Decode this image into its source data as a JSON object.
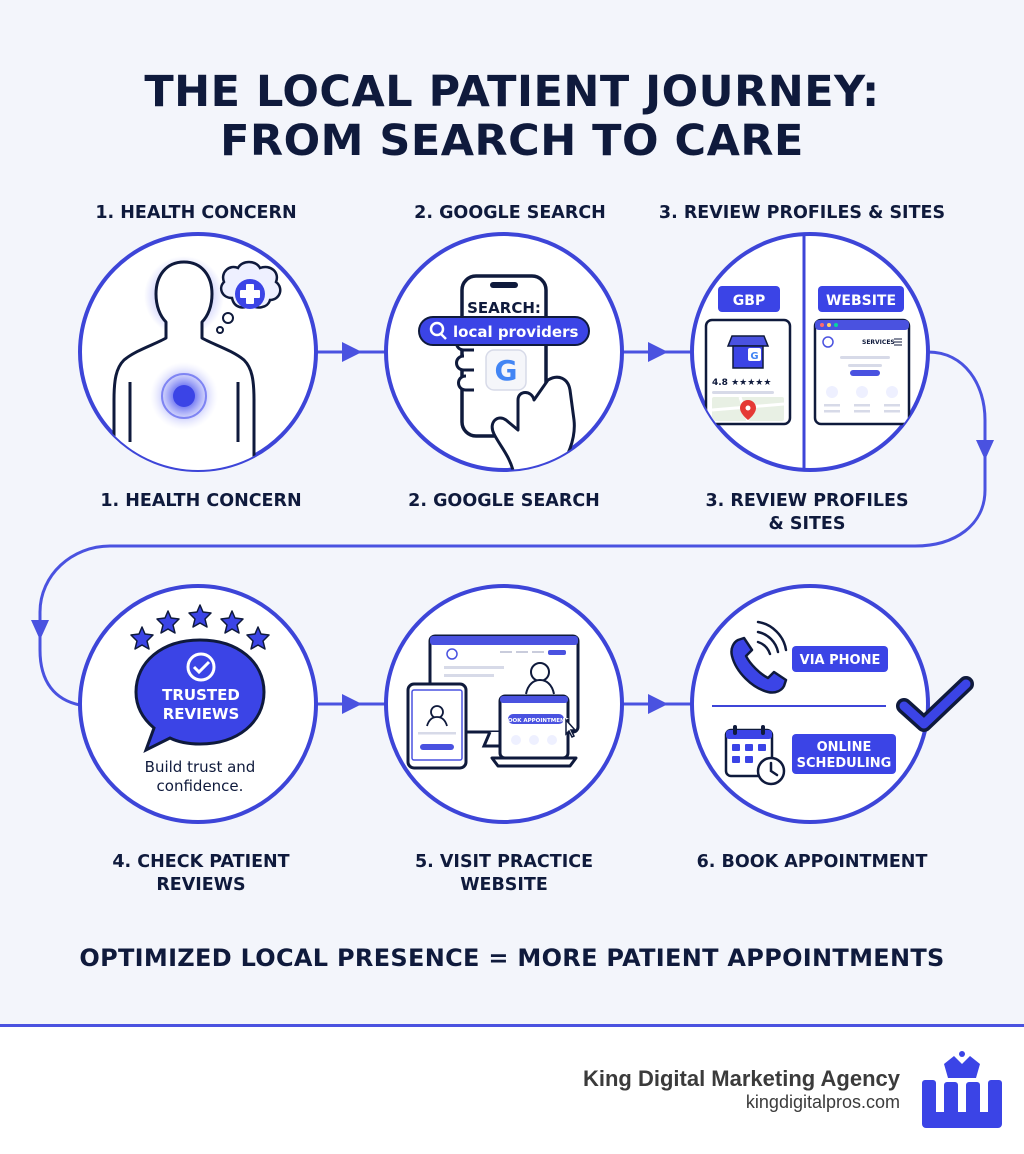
{
  "title": {
    "line1": "THE LOCAL PATIENT JOURNEY:",
    "line2": "FROM SEARCH TO CARE"
  },
  "steps": [
    {
      "top_label": "1. HEALTH CONCERN",
      "bottom_label": "1. HEALTH CONCERN"
    },
    {
      "top_label": "2. GOOGLE SEARCH",
      "bottom_label": "2. GOOGLE SEARCH",
      "search_heading": "SEARCH:",
      "search_query": "local providers",
      "google_letter": "G"
    },
    {
      "top_label": "3. REVIEW PROFILES & SITES",
      "bottom_label_line1": "3. REVIEW PROFILES",
      "bottom_label_line2": "& SITES",
      "gbp_tag": "GBP",
      "website_tag": "WEBSITE",
      "rating": "4.8 ★★★★★",
      "services_text": "SERVICES"
    },
    {
      "label_line1": "4. CHECK PATIENT",
      "label_line2": "REVIEWS",
      "bubble_line1": "TRUSTED",
      "bubble_line2": "REVIEWS",
      "caption_line1": "Build trust and",
      "caption_line2": "confidence."
    },
    {
      "label_line1": "5. VISIT PRACTICE",
      "label_line2": "WEBSITE",
      "book_button": "BOOK APPOINTMENT"
    },
    {
      "label": "6. BOOK APPOINTMENT",
      "phone_label": "VIA PHONE",
      "online_line1": "ONLINE",
      "online_line2": "SCHEDULING"
    }
  ],
  "tagline": "OPTIMIZED LOCAL PRESENCE = MORE PATIENT APPOINTMENTS",
  "footer": {
    "agency": "King Digital Marketing Agency",
    "url": "kingdigitalpros.com"
  },
  "colors": {
    "accent": "#4a52e0",
    "navy": "#0f1a3c",
    "background": "#f3f5fb"
  },
  "icons": [
    "person-icon",
    "thought-bubble-icon",
    "phone-search-icon",
    "google-logo-icon",
    "store-icon",
    "map-pin-icon",
    "browser-icon",
    "stars-icon",
    "speech-bubble-icon",
    "checkmark-icon",
    "desktop-icon",
    "tablet-icon",
    "laptop-icon",
    "telephone-icon",
    "calendar-icon",
    "clock-icon",
    "crown-logo-icon"
  ]
}
